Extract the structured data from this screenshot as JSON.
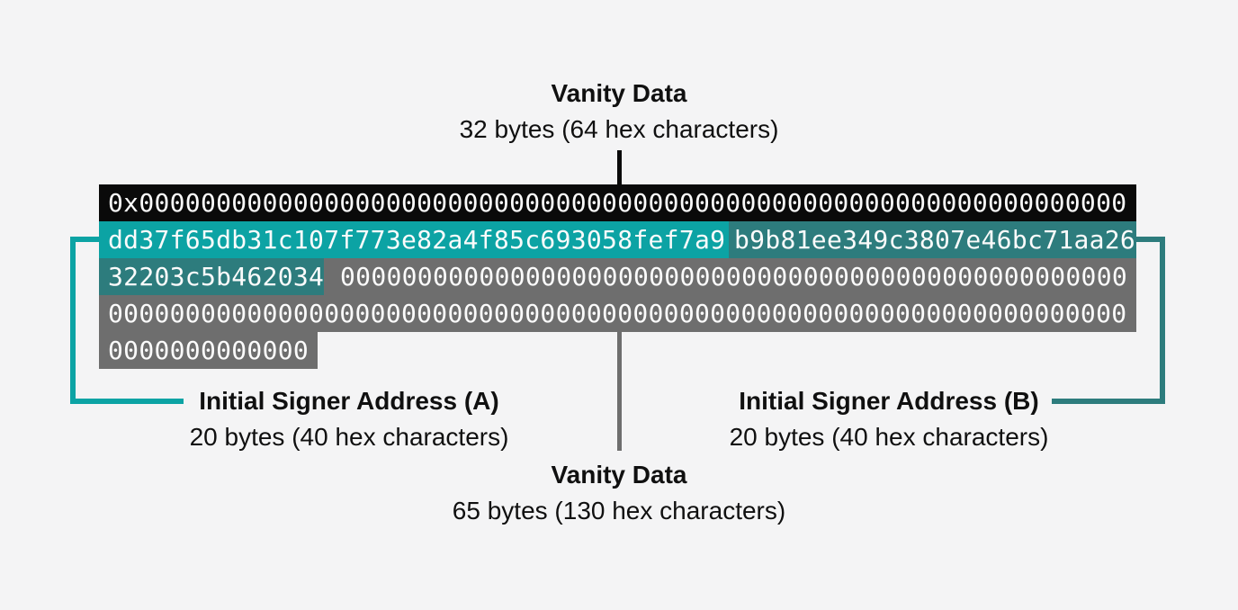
{
  "colors": {
    "background": "#F4F4F5",
    "black_row": "#0A0A0A",
    "teal_bright": "#0CA3A4",
    "teal_dark": "#2D7C7D",
    "gray_row": "#6E6E6E",
    "hex_text": "#FBFBFB",
    "text_dark": "#101010"
  },
  "labels": {
    "top": {
      "title": "Vanity Data",
      "subtitle": "32 bytes (64 hex characters)"
    },
    "signer_a": {
      "title": "Initial Signer Address (A)",
      "subtitle": "20 bytes (40 hex characters)"
    },
    "signer_b": {
      "title": "Initial Signer Address (B)",
      "subtitle": "20 bytes (40 hex characters)"
    },
    "bottom": {
      "title": "Vanity Data",
      "subtitle": "65 bytes (130 hex characters)"
    }
  },
  "hex": {
    "row1_prefix_and_vanity": "0x0000000000000000000000000000000000000000000000000000000000000000",
    "row2_signer_a": "dd37f65db31c107f773e82a4f85c693058fef7a9",
    "row2_signer_b_part1": "b9b81ee349c3807e46bc71aa26",
    "row3_signer_b_part2": "32203c5b462034",
    "row3_zeros": "000000000000000000000000000000000000000000000000000",
    "row4_zeros": "000000000000000000000000000000000000000000000000000000000000000000",
    "row5_zeros": "0000000000000"
  }
}
